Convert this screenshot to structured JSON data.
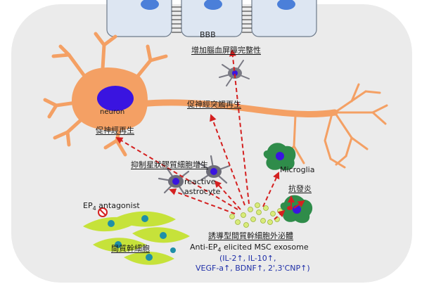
{
  "labels": {
    "bbb": "BBB",
    "bbb_integrity": "增加腦血屏障完整性",
    "neuron": "neuron",
    "synapse_regen": "促神經突觸再生",
    "nerve_regen": "促神經再生",
    "inhibit_astro": "抑制星狀膠質細胞增生",
    "reactive": "reactive",
    "astrocyte": "astrocyte",
    "microglia": "Microglia",
    "anti_inflammation": "抗發炎",
    "ep4_antagonist_base": "EP",
    "ep4_antagonist_sub": "4",
    "ep4_antagonist_rest": " antagonist",
    "msc_zh": "間質幹細胞",
    "exosome_zh": "誘導型間質幹細胞外泌體",
    "exosome_en_base": "Anti-EP",
    "exosome_en_sub": "4",
    "exosome_en_rest": " elicited MSC exosome",
    "factors_line1": "(IL-2↑, IL-10↑,",
    "factors_line2": "VEGF-a↑, BDNF↑, 2',3'CNP↑)"
  },
  "colors": {
    "neuron": "#f4a064",
    "nucleus": "#3a14e0",
    "arrow": "#d42020",
    "msc": "#c6e23a",
    "vesicle": "#d9eb7a",
    "microglia": "#2f8c4a",
    "astrocyte": "#7a7a84",
    "bbb_cell": "#dde6f2",
    "background": "#ebebeb"
  }
}
